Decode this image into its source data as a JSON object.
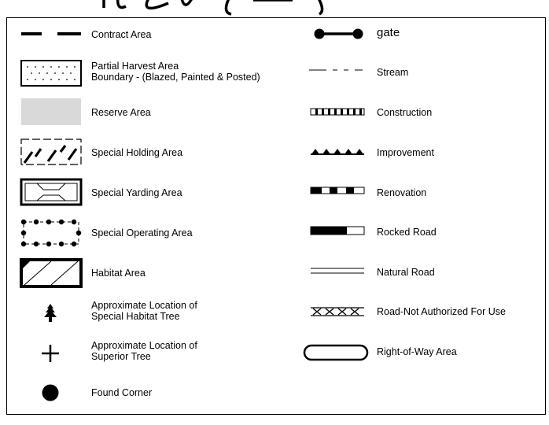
{
  "left_column": [
    {
      "symbol": "contract-area-dash",
      "label": "Contract Area"
    },
    {
      "symbol": "partial-harvest-dotted-box",
      "label": "Partial Harvest Area",
      "label2": "Boundary - (Blazed, Painted & Posted)"
    },
    {
      "symbol": "reserve-gray-box",
      "label": "Reserve Area"
    },
    {
      "symbol": "special-holding-hatched-box",
      "label": "Special Holding Area"
    },
    {
      "symbol": "special-yarding-box",
      "label": "Special Yarding Area"
    },
    {
      "symbol": "special-operating-dotted-box",
      "label": "Special Operating Area"
    },
    {
      "symbol": "habitat-diagonal-box",
      "label": "Habitat Area"
    },
    {
      "symbol": "tree-icon",
      "label": "Approximate Location of",
      "label2": "Special Habitat Tree"
    },
    {
      "symbol": "plus-icon",
      "label": "Approximate Location of",
      "label2": "Superior Tree"
    },
    {
      "symbol": "filled-circle-icon",
      "label": "Found Corner"
    }
  ],
  "right_column": [
    {
      "symbol": "gate-icon",
      "label": "gate"
    },
    {
      "symbol": "stream-line",
      "label": "Stream"
    },
    {
      "symbol": "construction-line",
      "label": "Construction"
    },
    {
      "symbol": "improvement-line",
      "label": "Improvement"
    },
    {
      "symbol": "renovation-line",
      "label": "Renovation"
    },
    {
      "symbol": "rocked-road-line",
      "label": "Rocked Road"
    },
    {
      "symbol": "natural-road-line",
      "label": "Natural Road"
    },
    {
      "symbol": "not-authorized-road-line",
      "label": "Road-Not Authorized For Use"
    },
    {
      "symbol": "right-of-way-capsule",
      "label": "Right-of-Way Area"
    }
  ],
  "colors": {
    "reserve_fill": "#d9d9d9",
    "ink": "#000000"
  }
}
